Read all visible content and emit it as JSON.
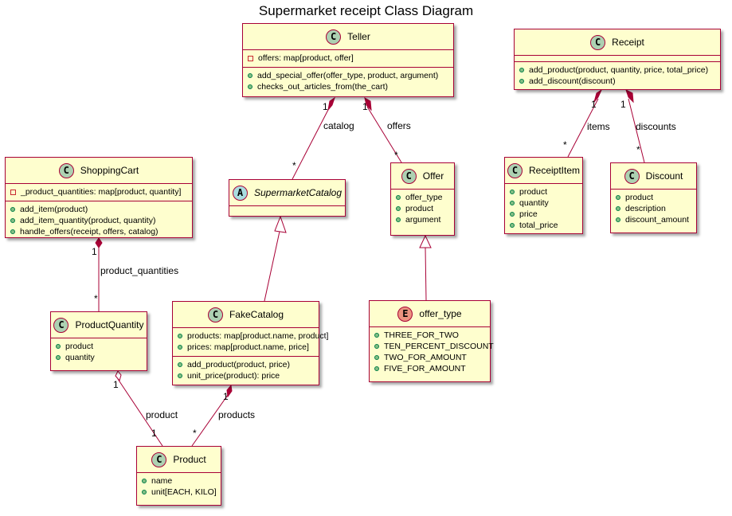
{
  "title": "Supermarket receipt Class Diagram",
  "colors": {
    "class_fill": "#FEFECE",
    "border": "#A80036",
    "class_badge": "#ADD1B2",
    "abstract_badge": "#A9DCDF",
    "enum_badge": "#EB937F",
    "public_dot": "#84BE84",
    "private_box": "#C82930"
  },
  "classes": {
    "teller": {
      "badge": "C",
      "name": "Teller",
      "fields": [
        "offers: map[product, offer]"
      ],
      "methods": [
        "add_special_offer(offer_type, product, argument)",
        "checks_out_articles_from(the_cart)"
      ]
    },
    "receipt": {
      "badge": "C",
      "name": "Receipt",
      "methods": [
        "add_product(product, quantity, price, total_price)",
        "add_discount(discount)"
      ]
    },
    "shopping_cart": {
      "badge": "C",
      "name": "ShoppingCart",
      "fields": [
        "_product_quantities: map[product, quantity]"
      ],
      "methods": [
        "add_item(product)",
        "add_item_quantity(product, quantity)",
        "handle_offers(receipt, offers, catalog)"
      ]
    },
    "supermarket_catalog": {
      "badge": "A",
      "name": "SupermarketCatalog"
    },
    "offer": {
      "badge": "C",
      "name": "Offer",
      "fields": [
        "offer_type",
        "product",
        "argument"
      ]
    },
    "receipt_item": {
      "badge": "C",
      "name": "ReceiptItem",
      "fields": [
        "product",
        "quantity",
        "price",
        "total_price"
      ]
    },
    "discount": {
      "badge": "C",
      "name": "Discount",
      "fields": [
        "product",
        "description",
        "discount_amount"
      ]
    },
    "product_quantity": {
      "badge": "C",
      "name": "ProductQuantity",
      "fields": [
        "product",
        "quantity"
      ]
    },
    "fake_catalog": {
      "badge": "C",
      "name": "FakeCatalog",
      "fields": [
        "products: map[product.name, product]",
        "prices: map[product.name, price]"
      ],
      "methods": [
        "add_product(product, price)",
        "unit_price(product): price"
      ]
    },
    "offer_type": {
      "badge": "E",
      "name": "offer_type",
      "fields": [
        "THREE_FOR_TWO",
        "TEN_PERCENT_DISCOUNT",
        "TWO_FOR_AMOUNT",
        "FIVE_FOR_AMOUNT"
      ]
    },
    "product": {
      "badge": "C",
      "name": "Product",
      "fields": [
        "name",
        "unit[EACH, KILO]"
      ]
    }
  },
  "relations": {
    "teller_catalog": {
      "role": "catalog",
      "from_mult": "1",
      "to_mult": "*"
    },
    "teller_offers": {
      "role": "offers",
      "from_mult": "1",
      "to_mult": "*"
    },
    "receipt_items": {
      "role": "items",
      "from_mult": "1",
      "to_mult": "*"
    },
    "receipt_discounts": {
      "role": "discounts",
      "from_mult": "1",
      "to_mult": "*"
    },
    "cart_quantities": {
      "role": "product_quantities",
      "from_mult": "1",
      "to_mult": "*"
    },
    "quantity_product": {
      "role": "product",
      "from_mult": "1",
      "to_mult": "1"
    },
    "catalog_products": {
      "role": "products",
      "from_mult": "1",
      "to_mult": "*"
    }
  }
}
